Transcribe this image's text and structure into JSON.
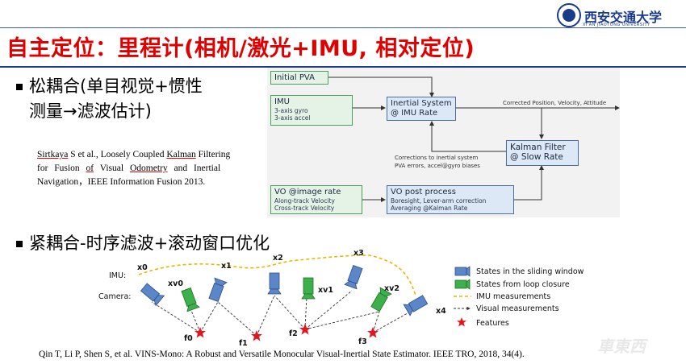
{
  "header": {
    "university_cn": "西安交通大学",
    "university_en": "XI'AN JIAOTONG UNIVERSITY"
  },
  "slide": {
    "title": "自主定位：里程计(相机/激光+IMU, 相对定位)",
    "bullet1_line1": "松耦合(单目视觉+惯性",
    "bullet1_line2": "测量→滤波估计)",
    "bullet2": "紧耦合-时序滤波+滚动窗口优化"
  },
  "ref1": {
    "line1_a": "Sirtkaya",
    "line1_b": " S   et al., Loosely Coupled ",
    "line1_c": "Kalman",
    "line1_d": " Filtering",
    "line2_a": "for Fusion ",
    "line2_b": "of",
    "line2_c": " Visual ",
    "line2_d": "Odometry",
    "line2_e": " and Inertial",
    "line3": "Navigation，IEEE Information Fusion 2013."
  },
  "ref2": "Qin T, Li P, Shen S, et al. VINS-Mono: A Robust and Versatile Monocular Visual-Inertial State Estimator. IEEE TRO, 2018, 34(4).",
  "diagram1": {
    "initial_pva": "Initial PVA",
    "imu_title": "IMU",
    "imu_l1": "3-axis gyro",
    "imu_l2": "3-axis accel",
    "inertial_l1": "Inertial System",
    "inertial_l2": "@ IMU Rate",
    "corrected_label": "Corrected Position, Velocity, Attitude",
    "kalman_l1": "Kalman Filter",
    "kalman_l2": "@ Slow Rate",
    "corrections_l1": "Corrections to inertial system",
    "corrections_l2": "PVA errors, accel@gyro biases",
    "vo_title": "VO @image rate",
    "vo_l1": "Along-track Velocity",
    "vo_l2": "Cross-track Velocity",
    "vop_title": "VO post process",
    "vop_l1": "Boresight, Lever-arm correction",
    "vop_l2": "Averaging @Kalman Rate"
  },
  "diagram2": {
    "imu_label": "IMU:",
    "camera_label": "Camera:",
    "x0": "x0",
    "x1": "x1",
    "x2": "x2",
    "x3": "x3",
    "x4": "x4",
    "xv0": "xv0",
    "xv1": "xv1",
    "xv2": "xv2",
    "f0": "f0",
    "f1": "f1",
    "f2": "f2",
    "f3": "f3",
    "legend_states_window": "States in the sliding window",
    "legend_states_loop": "States from loop closure",
    "legend_imu": "IMU measurements",
    "legend_visual": "Visual measurements",
    "legend_features": "Features",
    "color_window": "#5b86c8",
    "color_loop": "#3cb04a",
    "color_feature": "#e8141b",
    "color_imu": "#e8b800"
  },
  "watermark": "車東西"
}
